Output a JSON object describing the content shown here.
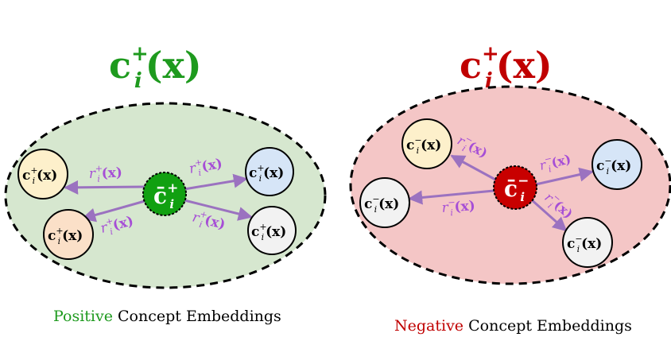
{
  "colors": {
    "positive": "#1e9a1e",
    "negative": "#c00000",
    "arrow": "#9b72c0",
    "radius_label": "#a64ed6",
    "positive_bg": "#d6e7cf",
    "negative_bg": "#f4c6c6",
    "blue_node": "#d6e5f7",
    "yellow_node": "#fdf0cb",
    "orange_node": "#fbe0c8",
    "white_node": "#f2f2f2"
  },
  "left": {
    "title_base": "c",
    "title_sup": "+",
    "title_sub": "i",
    "title_arg": "(x)",
    "center": {
      "base": "c̄",
      "sup": "+",
      "sub": "i"
    },
    "nodes": [
      {
        "base": "c",
        "sup": "+",
        "sub": "i",
        "arg": "(x)"
      },
      {
        "base": "c",
        "sup": "+",
        "sub": "i",
        "arg": "(x)"
      },
      {
        "base": "c",
        "sup": "+",
        "sub": "i",
        "arg": "(x)"
      },
      {
        "base": "c",
        "sup": "+",
        "sub": "i",
        "arg": "(x)"
      }
    ],
    "radius_labels": [
      {
        "base": "r",
        "sup": "+",
        "sub": "i",
        "arg": "(x)"
      },
      {
        "base": "r",
        "sup": "+",
        "sub": "i",
        "arg": "(x)"
      },
      {
        "base": "r",
        "sup": "+",
        "sub": "i",
        "arg": "(x)"
      },
      {
        "base": "r",
        "sup": "+",
        "sub": "i",
        "arg": "(x)"
      }
    ],
    "caption_colored": "Positive",
    "caption_rest": " Concept Embeddings"
  },
  "right": {
    "title_base": "c",
    "title_sup": "+",
    "title_sub": "i",
    "title_arg": "(x)",
    "center": {
      "base": "c̄",
      "sup": "−",
      "sub": "i"
    },
    "nodes": [
      {
        "base": "c",
        "sup": "−",
        "sub": "i",
        "arg": "(x)"
      },
      {
        "base": "c",
        "sup": "−",
        "sub": "i",
        "arg": "(x)"
      },
      {
        "base": "c",
        "sup": "−",
        "sub": "i",
        "arg": "(x)"
      },
      {
        "base": "c",
        "sup": "−",
        "sub": "i",
        "arg": "(x)"
      }
    ],
    "radius_labels": [
      {
        "base": "r",
        "sup": "−",
        "sub": "i",
        "arg": "(x)"
      },
      {
        "base": "r",
        "sup": "−",
        "sub": "i",
        "arg": "(x)"
      },
      {
        "base": "r",
        "sup": "−",
        "sub": "i",
        "arg": "(x)"
      },
      {
        "base": "r",
        "sup": "−",
        "sub": "i",
        "arg": "(x)"
      }
    ],
    "caption_colored": "Negative",
    "caption_rest": " Concept Embeddings"
  }
}
